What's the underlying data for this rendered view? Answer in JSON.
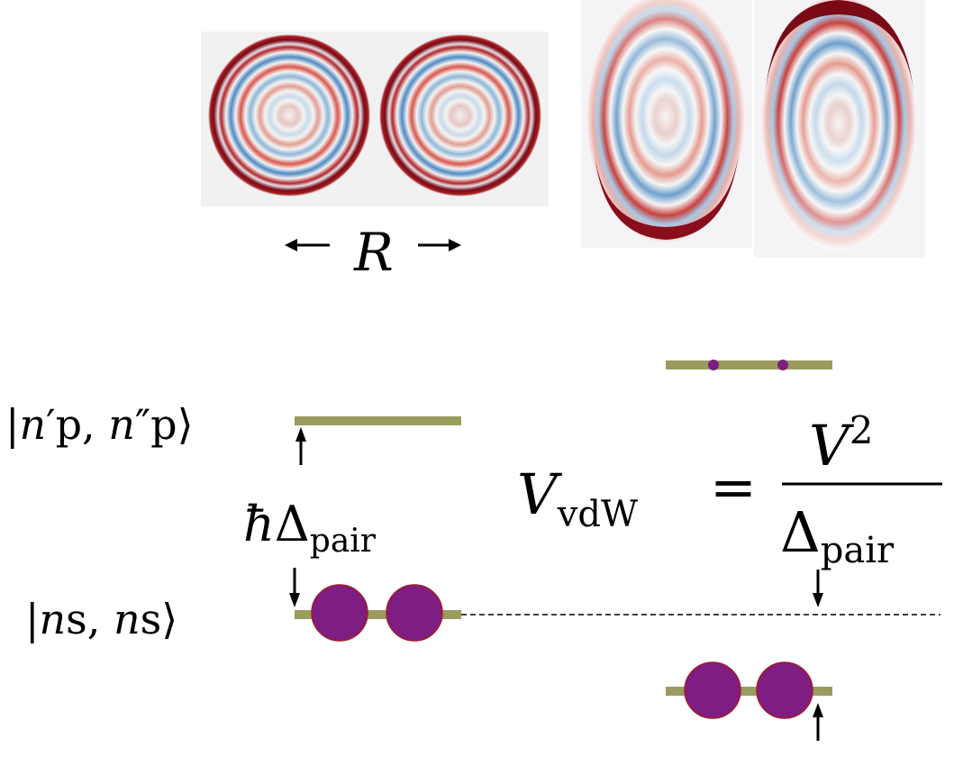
{
  "separation_label": "R",
  "colors": {
    "level": "#9a9c5e",
    "atom": "#7e1d82",
    "atom_edge": "#a21c2a",
    "wave_red": "#7a0a16",
    "wave_red_mid": "#c8423f",
    "wave_blue": "#2f70ad",
    "panel_bg": "#f1f1f1"
  },
  "states": {
    "upper": {
      "bra": "|",
      "n1": "n",
      "prime1": "′",
      "l1": "p",
      "comma": ", ",
      "n2": "n",
      "prime2": "″",
      "l2": "p",
      "ket": "⟩"
    },
    "lower": {
      "bra": "|",
      "n1": "n",
      "l1": "s",
      "comma": ", ",
      "n2": "n",
      "l2": "s",
      "ket": "⟩"
    }
  },
  "energy_gap": {
    "hbar": "ħ",
    "delta": "Δ",
    "sub": "pair"
  },
  "formula": {
    "lhs": "V",
    "lhs_sub": "vdW",
    "equals": "=",
    "num": "V",
    "num_exp": "2",
    "den": "Δ",
    "den_sub": "pair"
  },
  "icons": [
    "left-arrow-icon",
    "right-arrow-icon",
    "gap-arrow-up-icon",
    "gap-arrow-down-icon",
    "shift-arrow-down-icon",
    "shift-arrow-up-icon"
  ]
}
